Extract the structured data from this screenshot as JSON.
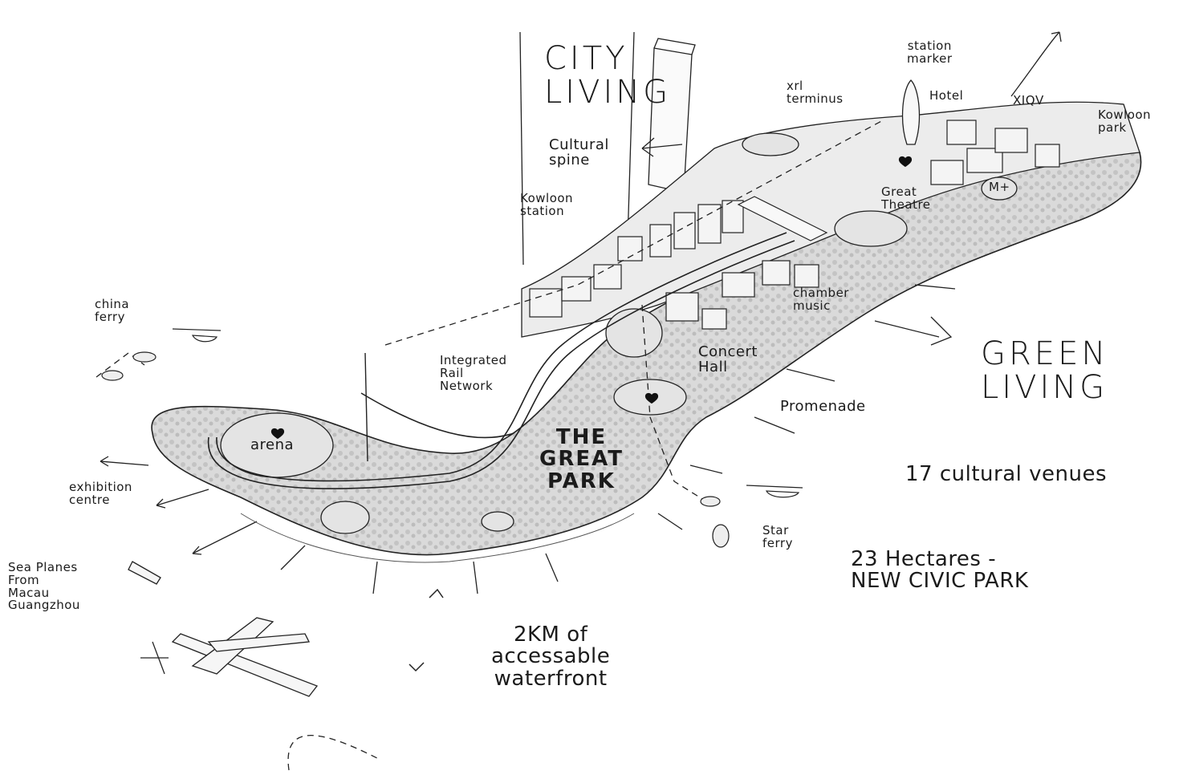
{
  "labels": {
    "city_living": "CITY\nLIVING",
    "station_marker": "station\nmarker",
    "xrl_terminus": "xrl\nterminus",
    "hotel": "Hotel",
    "xiqv": "XIQV",
    "kowloon_park": "Kowloon\npark",
    "cultural_spine": "Cultural\nspine",
    "kowloon_station": "Kowloon\nstation",
    "mplus": "M+",
    "great_theatre": "Great\nTheatre",
    "china_ferry": "china\nferry",
    "chamber_music": "chamber\nmusic",
    "concert_hall": "Concert\nHall",
    "integrated_rail": "Integrated\nRail\nNetwork",
    "promenade": "Promenade",
    "green_living": "GREEN\nLIVING",
    "arena": "arena",
    "the_great_park": "THE\nGREAT\nPARK",
    "exhibition_centre": "exhibition\ncentre",
    "cultural_venues": "17 cultural venues",
    "star_ferry": "Star\nferry",
    "sea_planes": "Sea Planes\nFrom\nMacau\nGuangzhou",
    "hectares": "23 Hectares -\nNEW CIVIC PARK",
    "waterfront": "2KM of\naccessable\nwaterfront"
  },
  "colors": {
    "ink": "#1b1b1b",
    "park_fill": "#d6d6d6",
    "park_dark": "#a9a9a9",
    "building_fill": "#f4f4f4"
  }
}
